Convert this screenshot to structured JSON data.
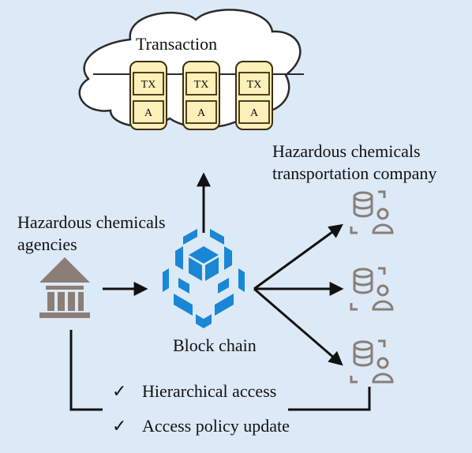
{
  "cloud": {
    "title": "Transaction",
    "blocks": [
      {
        "top_label": "TX",
        "bottom_label": "A"
      },
      {
        "top_label": "TX",
        "bottom_label": "A"
      },
      {
        "top_label": "TX",
        "bottom_label": "A"
      }
    ]
  },
  "company": {
    "line1": "Hazardous chemicals",
    "line2": "transportation  company"
  },
  "agencies": {
    "line1": "Hazardous chemicals",
    "line2": "agencies"
  },
  "blockchain": {
    "label": "Block chain"
  },
  "checklist": [
    {
      "mark": "✓",
      "text": "Hierarchical access"
    },
    {
      "mark": "✓",
      "text": "Access policy update"
    }
  ],
  "colors": {
    "background": "#dce9f7",
    "block_fill": "#fdf0b8",
    "block_border": "#3a2e10",
    "blockchain_blue": "#1a86d6",
    "icon_gray": "#8a7e76",
    "arrow": "#111111"
  },
  "icons": [
    "cloud-icon",
    "bank-building-icon",
    "blockchain-cube-icon",
    "database-user-icon"
  ]
}
